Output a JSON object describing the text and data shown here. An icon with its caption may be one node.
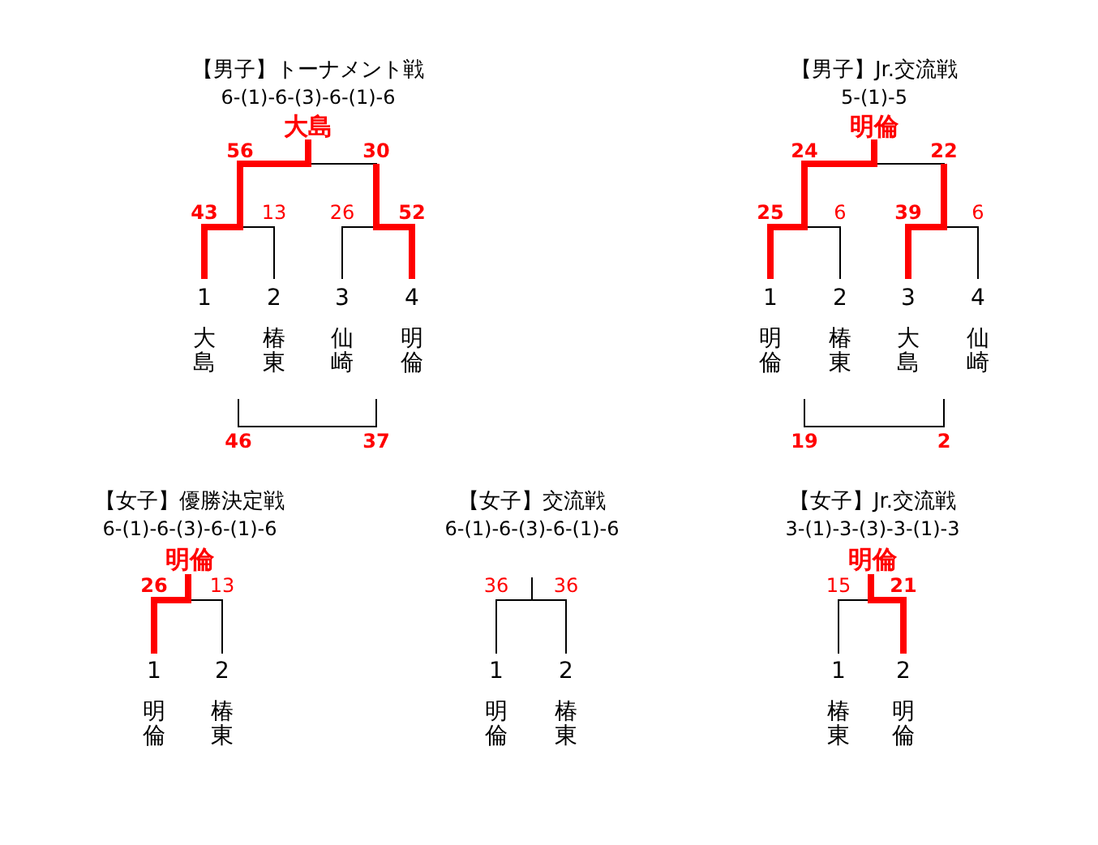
{
  "diagram": {
    "labels": [
      "【男子】トーナメント戦",
      "6-(1)-6-(3)-6-(1)-6",
      "大島",
      "56",
      "30",
      "43",
      "13",
      "26",
      "52",
      "1",
      "2",
      "3",
      "4",
      "大島",
      "椿東",
      "仙崎",
      "明倫",
      "46",
      "37",
      "【男子】Jr.交流戦",
      "5-(1)-5",
      "明倫",
      "24",
      "22",
      "25",
      "6",
      "39",
      "6",
      "1",
      "2",
      "3",
      "4",
      "明倫",
      "椿東",
      "大島",
      "仙崎",
      "19",
      "2",
      "【女子】優勝決定戦",
      "6-(1)-6-(3)-6-(1)-6",
      "明倫",
      "26",
      "13",
      "1",
      "2",
      "明倫",
      "椿東",
      "【女子】交流戦",
      "6-(1)-6-(3)-6-(1)-6",
      "36",
      "36",
      "1",
      "2",
      "明倫",
      "椿東",
      "【女子】Jr.交流戦",
      "3-(1)-3-(3)-3-(1)-3",
      "明倫",
      "15",
      "21",
      "1",
      "2",
      "椿東",
      "明倫"
    ]
  }
}
